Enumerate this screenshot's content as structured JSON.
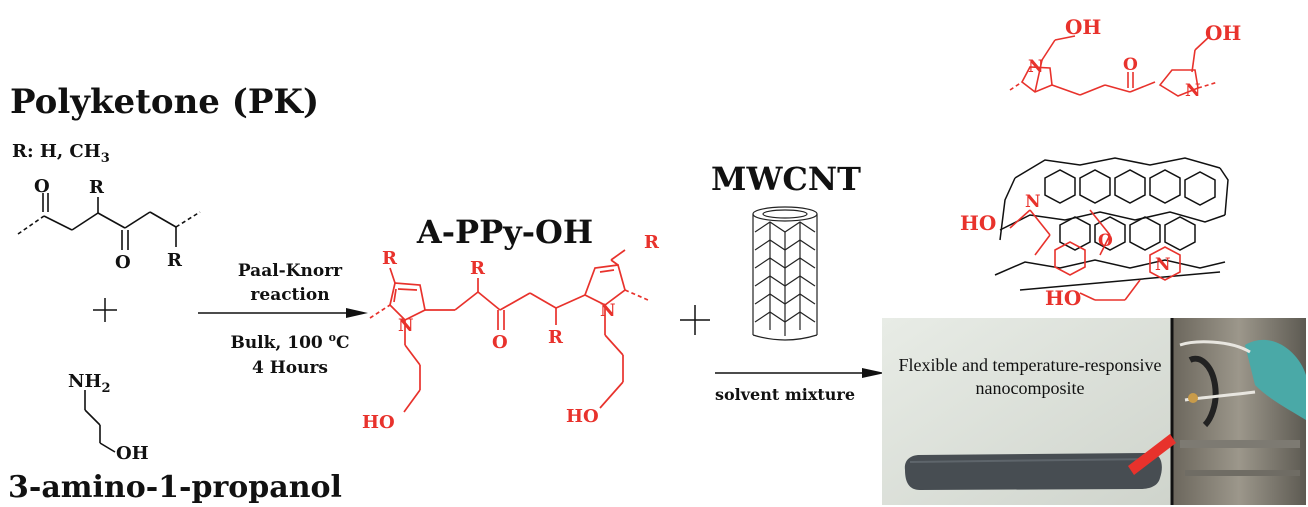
{
  "pk": {
    "title": "Polyketone (PK)",
    "r_def": "R: H, CH",
    "r_sub": "3"
  },
  "reagent": {
    "name": "3-amino-1-propanol",
    "nh": "NH",
    "nh_sub": "2",
    "oh": "OH"
  },
  "atoms": {
    "O": "O",
    "R": "R",
    "N": "N",
    "HO": "HO",
    "OH": "OH"
  },
  "reaction1": {
    "name1": "Paal-Knorr",
    "name2": "reaction",
    "cond1": "Bulk, 100 ",
    "cond_sup": "o",
    "cond_unit": "C",
    "time": "4 Hours"
  },
  "product": {
    "name": "A-PPy-OH"
  },
  "cnt": {
    "name": "MWCNT"
  },
  "reaction2": {
    "cond": "solvent mixture"
  },
  "photo": {
    "caption": "Flexible and temperature-responsive nanocomposite"
  },
  "colors": {
    "red": "#e8322c",
    "black": "#111111"
  }
}
